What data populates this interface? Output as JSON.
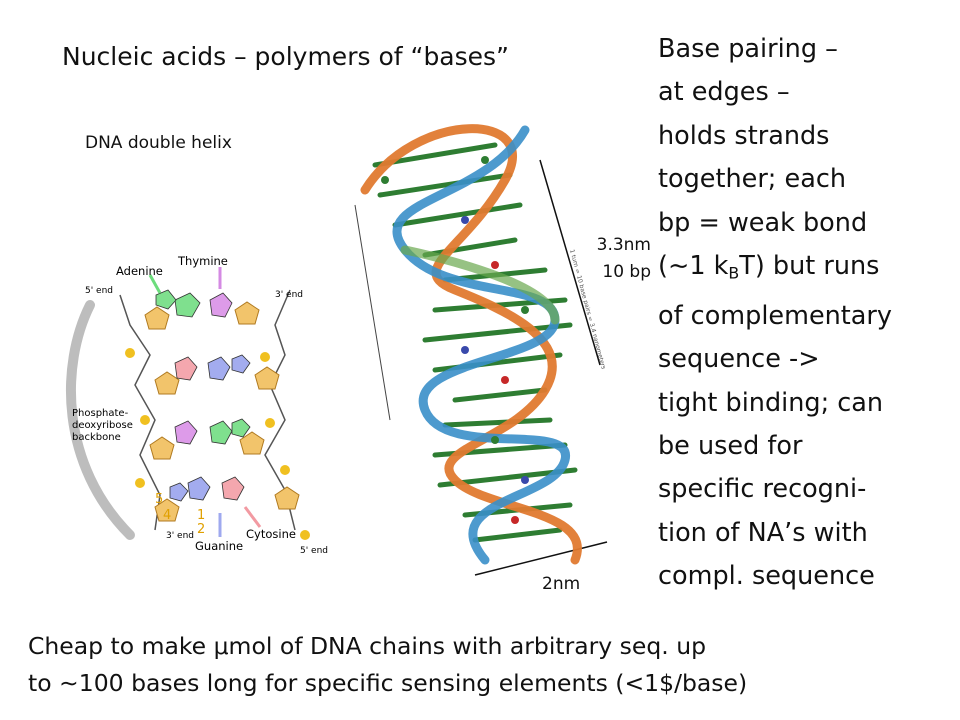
{
  "title": "Nucleic acids – polymers of “bases”",
  "figure_caption": "DNA double helix",
  "base_pairing": {
    "lines": [
      "Base pairing –",
      "at edges –",
      "holds strands",
      "together; each",
      "bp = weak bond",
      [
        "(∼1 k",
        "B",
        "T) but runs"
      ],
      "of complementary",
      "sequence ->",
      "tight binding; can",
      "be used for",
      "specific recogni-",
      "tion of NA’s with",
      "compl. sequence"
    ]
  },
  "helix_labels": {
    "pitch_length": "3.3nm",
    "pitch_bp": "10 bp",
    "width": "2nm",
    "side_note": "1 turn = 10 base pairs = 3.4 nanometers"
  },
  "structure_labels": {
    "adenine": "Adenine",
    "thymine": "Thymine",
    "guanine": "Guanine",
    "cytosine": "Cytosine",
    "backbone_1": "Phosphate-",
    "backbone_2": "deoxyribose",
    "backbone_3": "backbone",
    "end_5_top": "5' end",
    "end_3_top": "3' end",
    "end_3_bottom": "3' end",
    "end_5_bottom": "5' end",
    "num_5": "5",
    "num_4": "4",
    "num_1": "1",
    "num_2": "2"
  },
  "bottom": {
    "line1": "Cheap to make μmol of DNA chains with arbitrary seq. up",
    "line2": "to ∼100 bases long for specific sensing elements (<1$/base)"
  },
  "colors": {
    "adenine": "#2db84a",
    "thymine": "#c25ad6",
    "guanine": "#5c6fd6",
    "cytosine": "#e8707a",
    "sugar": "#e8b040",
    "phosphate": "#f0c020",
    "helix_green": "#2e7d32"
  }
}
